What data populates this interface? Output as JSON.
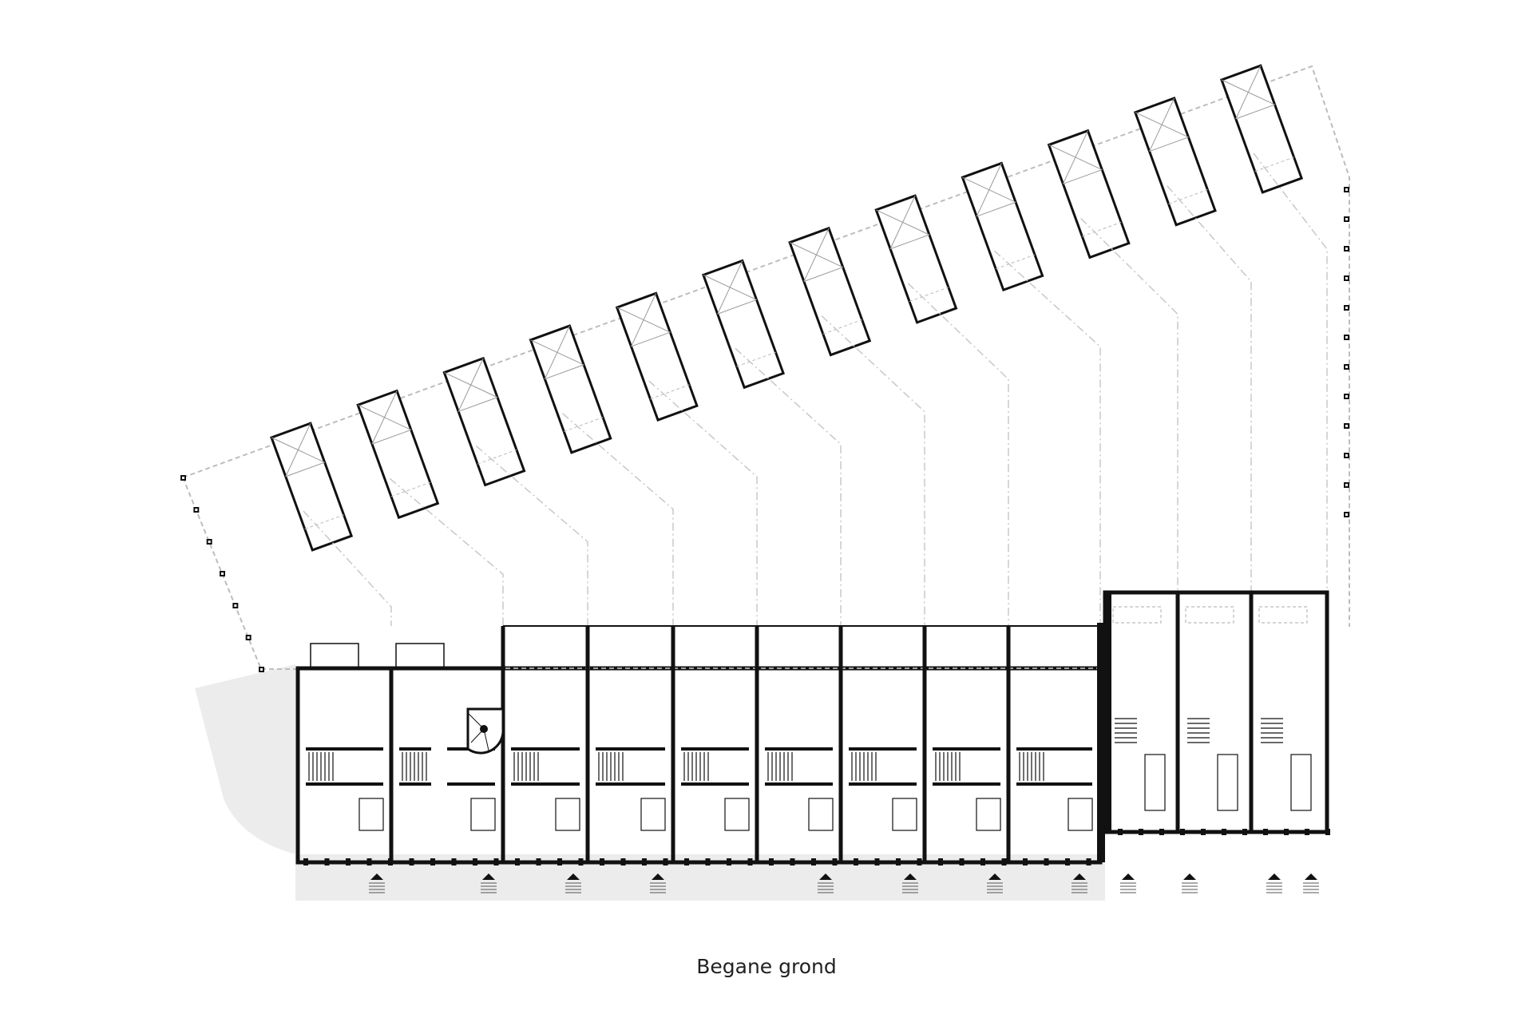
{
  "caption": "Begane grond",
  "colors": {
    "wall": "#111111",
    "thin_line": "#888888",
    "dashed_line": "#bdbdbd",
    "ground_fill": "#ececec",
    "background": "#ffffff"
  },
  "legend_icons": [
    "entrance-arrow-icon",
    "column-marker-icon",
    "spiral-stair-icon"
  ],
  "counts": {
    "carports": 12,
    "dwellings_west_block": 9,
    "dwellings_east_block": 3,
    "entrance_arrows": 12
  }
}
